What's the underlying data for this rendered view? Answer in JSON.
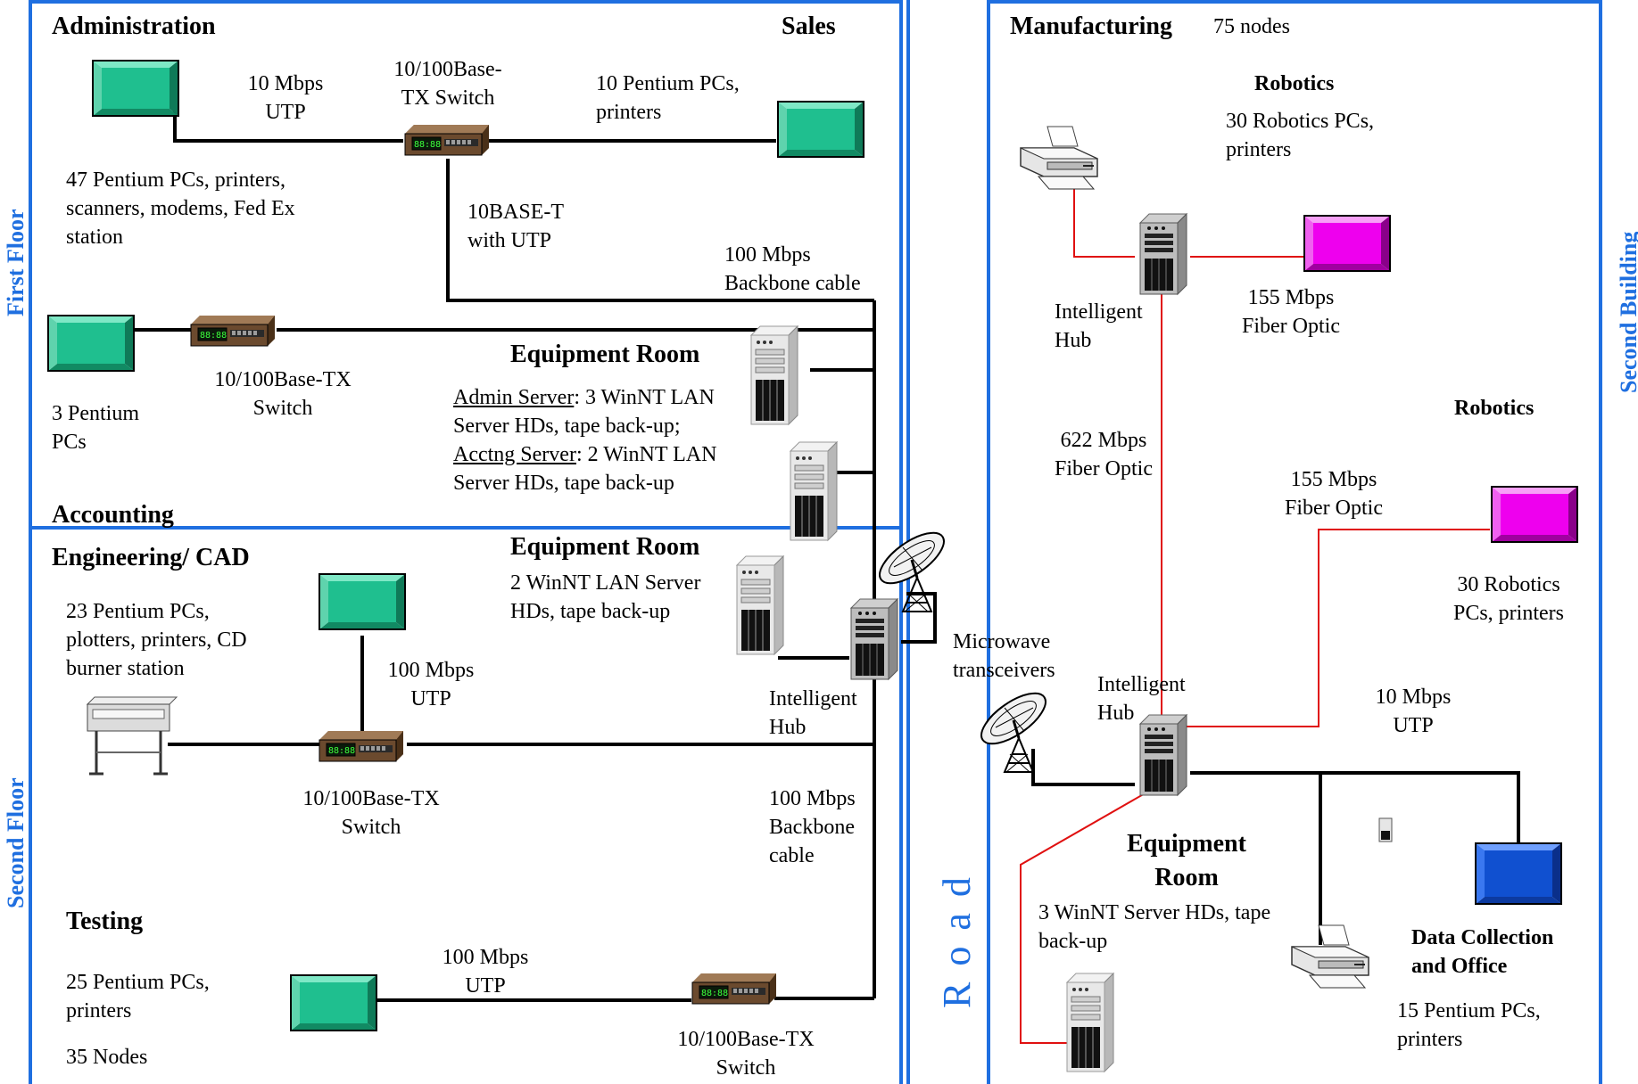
{
  "regions": {
    "first_floor": "First  Floor",
    "second_floor": "Second  Floor",
    "second_building": "Second Building",
    "road": "Road"
  },
  "departments": {
    "administration": "Administration",
    "sales": "Sales",
    "accounting": "Accounting",
    "engineering": "Engineering/ CAD",
    "testing": "Testing",
    "manufacturing": "Manufacturing",
    "robotics_1": "Robotics",
    "robotics_2": "Robotics",
    "data_collection": "Data Collection and Office"
  },
  "labels": {
    "admin_link": "10 Mbps UTP",
    "admin_switch": "10/100Base-TX Switch",
    "sales_nodes": "10 Pentium PCs, printers",
    "admin_nodes": "47 Pentium PCs, printers, scanners, modems, Fed Ex station",
    "tenbase": "10BASE-T with UTP",
    "backbone_1": "100 Mbps Backbone cable",
    "acct_switch": "10/100Base-TX Switch",
    "acct_nodes": "3 Pentium PCs",
    "equip_room_1": "Equipment Room",
    "admin_server_label": "Admin Server",
    "admin_server_text": ": 3 WinNT LAN",
    "admin_server_text2": "Server HDs, tape back-up;",
    "acct_server_label": "Acctng Server",
    "acct_server_text": ": 2 WinNT LAN",
    "acct_server_text2": "Server HDs, tape back-up",
    "equip_room_2": "Equipment Room",
    "equip_room_2_text": "2 WinNT LAN Server HDs, tape back-up",
    "eng_nodes": "23 Pentium PCs, plotters, printers, CD burner station",
    "eng_link": "100 Mbps UTP",
    "eng_switch": "10/100Base-TX Switch",
    "hub_1": "Intelligent Hub",
    "backbone_2": "100 Mbps Backbone cable",
    "microwave": "Microwave transceivers",
    "test_link": "100 Mbps UTP",
    "test_nodes": "25 Pentium PCs, printers",
    "test_count": "35 Nodes",
    "test_switch": "10/100Base-TX Switch",
    "mfg_count": "75 nodes",
    "robotics_1_nodes": "30 Robotics PCs, printers",
    "hub_2": "Intelligent Hub",
    "fiber_155_1": "155 Mbps Fiber Optic",
    "fiber_622": "622 Mbps Fiber Optic",
    "fiber_155_2": "155 Mbps Fiber Optic",
    "robotics_2_nodes": "30 Robotics PCs, printers",
    "hub_3": "Intelligent Hub",
    "utp_10": "10 Mbps UTP",
    "equip_room_3": "Equipment Room",
    "equip_room_3_text": "3 WinNT Server HDs, tape back-up",
    "office_nodes": "15 Pentium PCs, printers"
  },
  "colors": {
    "partition": "#1f6fe0",
    "cable": "#000000",
    "fiber": "#e01010",
    "workstation": "#1fbf8f",
    "robotics_station": "#e000e0",
    "office_station": "#1050d0",
    "switch_body": "#6b4a2e"
  },
  "icons": [
    "workstation-icon",
    "switch-icon",
    "server-icon",
    "hub-icon",
    "printer-icon",
    "plotter-icon",
    "satellite-dish-icon"
  ]
}
